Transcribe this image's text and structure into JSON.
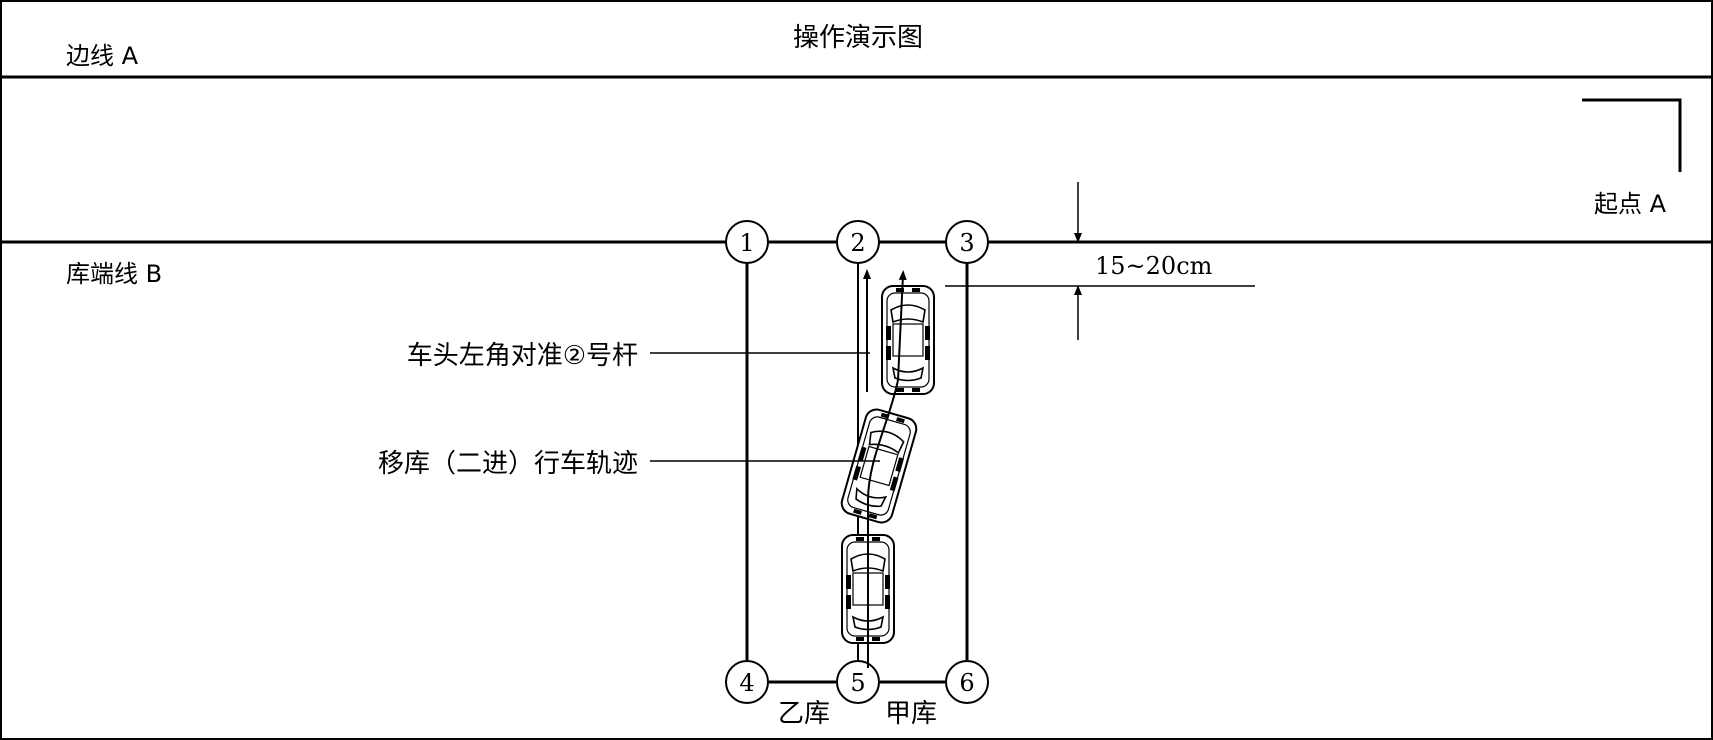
{
  "title": "操作演示图",
  "labels": {
    "side_line": "边线 A",
    "start_point": "起点 A",
    "garage_end_line": "库端线 B",
    "distance": "15~20cm",
    "callout_head": "车头左角对准②号杆",
    "callout_track": "移库（二进）行车轨迹",
    "garage_yi": "乙库",
    "garage_jia": "甲库"
  },
  "poles": [
    {
      "id": "1"
    },
    {
      "id": "2"
    },
    {
      "id": "3"
    },
    {
      "id": "4"
    },
    {
      "id": "5"
    },
    {
      "id": "6"
    }
  ],
  "cars": [
    {
      "name": "car-top"
    },
    {
      "name": "car-middle"
    },
    {
      "name": "car-bottom"
    }
  ],
  "colors": {
    "line": "#000000",
    "background": "#ffffff"
  }
}
